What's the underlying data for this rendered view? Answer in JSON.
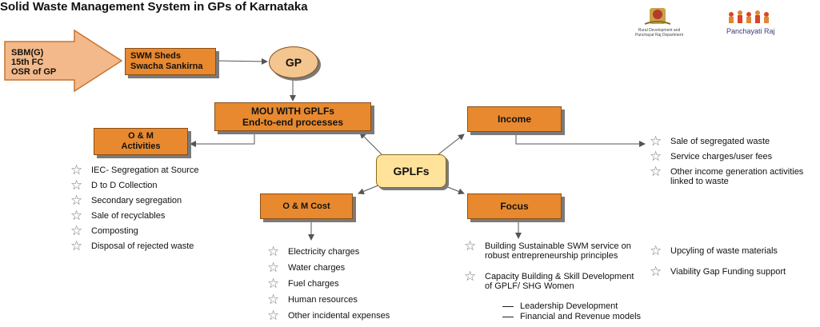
{
  "title": "Solid Waste Management System in GPs of Karnataka",
  "logos": {
    "rdpr_caption": "Rural Development and Panchayat Raj Department",
    "panchayat_raj": "Panchayati Raj"
  },
  "funding_arrow": {
    "lines": [
      "SBM(G)",
      "15th FC",
      "OSR of GP"
    ]
  },
  "sheds_box": {
    "lines": [
      "SWM Sheds",
      "Swacha Sankirna"
    ]
  },
  "gp": "GP",
  "mou_box": {
    "lines": [
      "MOU WITH GPLFs",
      "End-to-end processes"
    ]
  },
  "om_activities_box": {
    "lines": [
      "O & M",
      "Activities"
    ]
  },
  "om_activities_items": [
    "IEC- Segregation at Source",
    "D to D Collection",
    "Secondary segregation",
    "Sale of recyclables",
    "Composting",
    "Disposal of rejected waste"
  ],
  "gplfs": "GPLFs",
  "income_box": "Income",
  "income_items": [
    "Sale of segregated waste",
    "Service charges/user fees",
    "Other income generation activities linked to waste"
  ],
  "om_cost_box": "O & M Cost",
  "om_cost_items": [
    "Electricity charges",
    "Water charges",
    "Fuel charges",
    "Human resources",
    "Other incidental expenses"
  ],
  "focus_box": "Focus",
  "focus_items": [
    "Building Sustainable SWM service on robust entrepreneurship principles",
    "Capacity Building & Skill Development of GPLF/ SHG Women"
  ],
  "focus_subitems": [
    "Leadership Development",
    "Financial and Revenue models"
  ],
  "focus_right_items": [
    "Upcyling of waste materials",
    "Viability Gap Funding support"
  ],
  "colors": {
    "box_fill": "#e8892f",
    "gp_fill": "#f3c58f",
    "gplfs_fill": "#ffe39b",
    "arrow_fill": "#f3b98a"
  },
  "icons": {
    "bullet": "star-outline-icon",
    "logo_left": "karnataka-emblem-icon",
    "logo_right": "panchayati-raj-icon"
  }
}
